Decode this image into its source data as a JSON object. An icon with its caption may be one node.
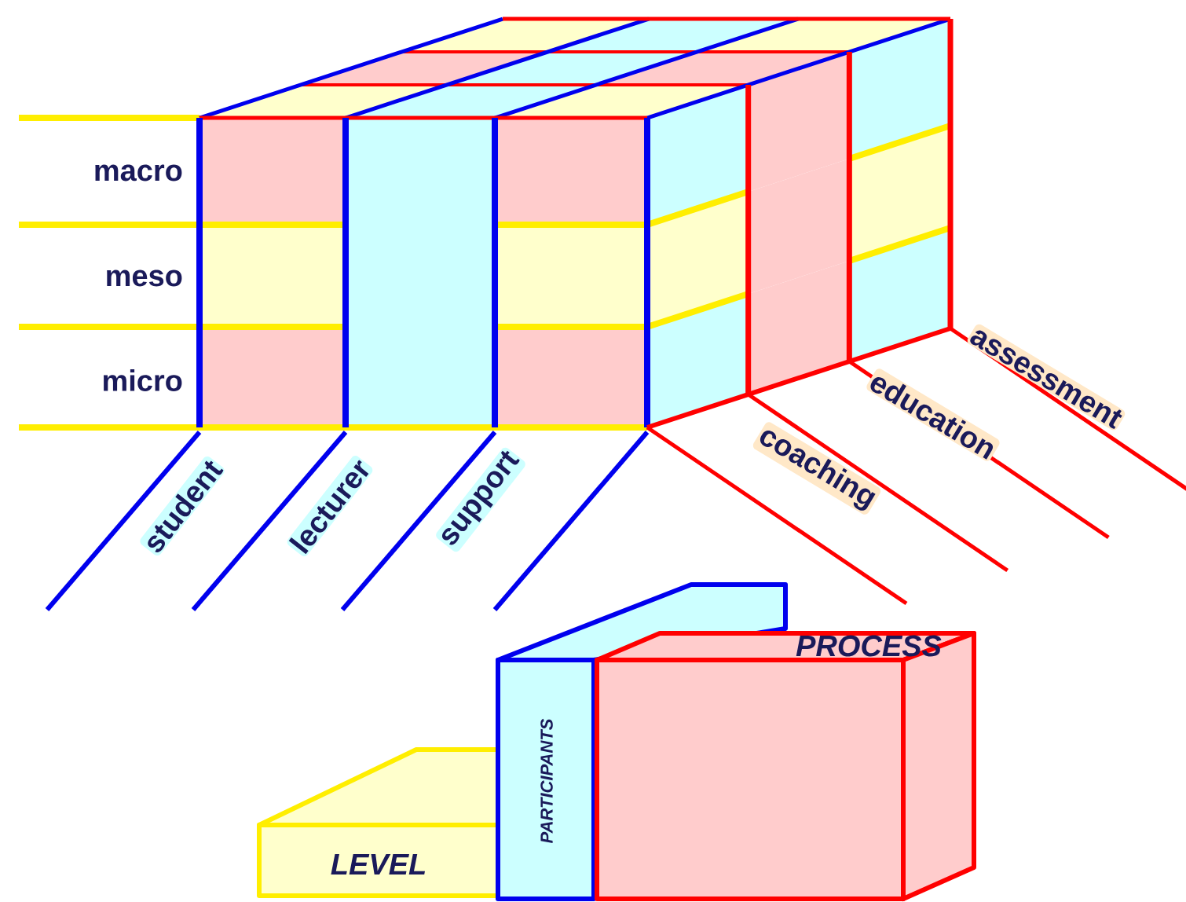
{
  "diagram": {
    "nodes": [
      {
        "text": [
          "LEVEL"
        ]
      },
      {
        "text": [
          "PARTICIPANTS"
        ]
      },
      {
        "text": [
          "PROCESS"
        ]
      }
    ],
    "labels": [
      "macro",
      "meso",
      "micro",
      "student",
      "lecturer",
      "support",
      "coaching",
      "education",
      "assessment"
    ]
  }
}
